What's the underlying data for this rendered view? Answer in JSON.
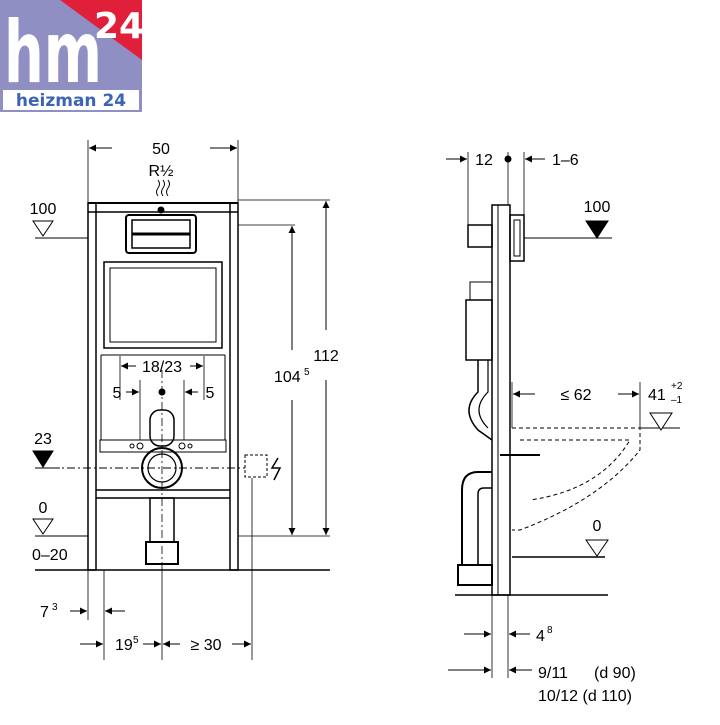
{
  "logo": {
    "mark": "hm",
    "number": "24",
    "name": "heizman 24",
    "colors": {
      "panel": "#8f8fc3",
      "accent": "#e0203a",
      "name_bg": "#ffffff",
      "name_text": "#3d63b5"
    }
  },
  "front_view": {
    "width": "50",
    "connection": "R½",
    "level_top": "100",
    "level_mid": "23",
    "level_floor": "0",
    "level_range": "0–20",
    "height_total": "112",
    "height_frame": "104",
    "height_frame_sup": "5",
    "spacing": "18/23",
    "offset_left": "5",
    "offset_right": "5",
    "foot_offset": "7",
    "foot_offset_sup": "3",
    "drain_offset": "19",
    "drain_offset_sup": "5",
    "min_side": "≥ 30"
  },
  "side_view": {
    "depth": "12",
    "adjust": "1–6",
    "level_top": "100",
    "max_distance": "≤ 62",
    "bowl_height": "41",
    "tolerance_plus": "+2",
    "tolerance_minus": "–1",
    "level_floor": "0",
    "pipe_offset": "4",
    "pipe_offset_sup": "8",
    "offset_d90": "9/11",
    "label_d90": "(d 90)",
    "offset_d110": "10/12 (d 110)"
  }
}
